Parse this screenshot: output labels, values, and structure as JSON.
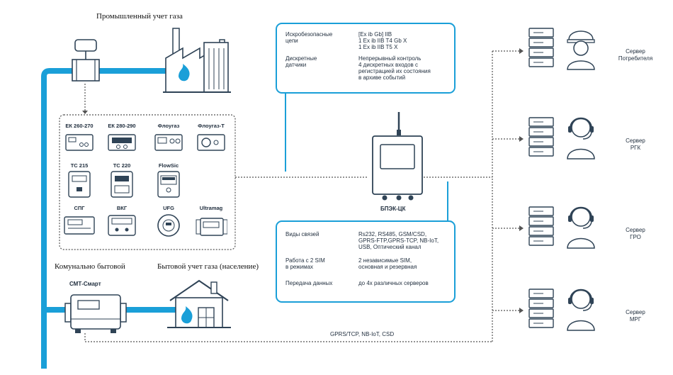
{
  "titles": {
    "industrial": "Промышленный учет газа",
    "communal": "Комунально бытовой",
    "household": "Бытовой учет газа (население)",
    "smt": "СМТ-Смарт",
    "bpek": "БПЭК-ЦК",
    "link": "GPRS/TCP, NB-IoT, CSD"
  },
  "devices": [
    {
      "label": "ЕК 260-270"
    },
    {
      "label": "ЕК  280-290"
    },
    {
      "label": "Флоугаз"
    },
    {
      "label": "Флоугаз-Т"
    },
    {
      "label": "TC 215"
    },
    {
      "label": "TC 220"
    },
    {
      "label": "FlowSic"
    },
    {
      "label": "СПГ"
    },
    {
      "label": "ВКГ"
    },
    {
      "label": "UFG"
    },
    {
      "label": "Ultramag"
    }
  ],
  "top_box": {
    "rows": [
      {
        "key": [
          "Искробезопасные",
          "цепи"
        ],
        "value": [
          "[Ex ib Gb] IIB",
          "1 Ex ib IIB T4 Gb X",
          "1 Ex ib IIB T5 X"
        ]
      },
      {
        "key": [
          "Дискретные",
          "датчики"
        ],
        "value": [
          "Непрерывный контроль",
          "4 дискретных входов с",
          "регистрацией их состояния",
          "в архиве событий"
        ]
      }
    ]
  },
  "bottom_box": {
    "rows": [
      {
        "key": [
          "Виды связей"
        ],
        "value": [
          "Rs232, RS485, GSM/CSD,",
          "GPRS-FTP,GPRS-TCP, NB-IoT,",
          "USB, Оптический канал"
        ]
      },
      {
        "key": [
          "Работа с 2 SIM",
          "в режимах"
        ],
        "value": [
          "2 независимые SIM,",
          "основная и резервная"
        ]
      },
      {
        "key": [
          "Передача данных"
        ],
        "value": [
          "до 4х различных серверов"
        ]
      }
    ]
  },
  "servers": [
    {
      "label": [
        "Сервер",
        "Потребителя"
      ],
      "person": "worker-helmet"
    },
    {
      "label": [
        "Сервер",
        "РГК"
      ],
      "person": "operator-headset"
    },
    {
      "label": [
        "Сервер",
        "ГРО"
      ],
      "person": "operator-headset"
    },
    {
      "label": [
        "Сервер",
        "МРГ"
      ],
      "person": "operator-headset"
    }
  ],
  "colors": {
    "pipe": "#1a9fd8",
    "ink": "#2f4356",
    "line": "#8a9aa8",
    "accent": "#1a9fd8"
  }
}
